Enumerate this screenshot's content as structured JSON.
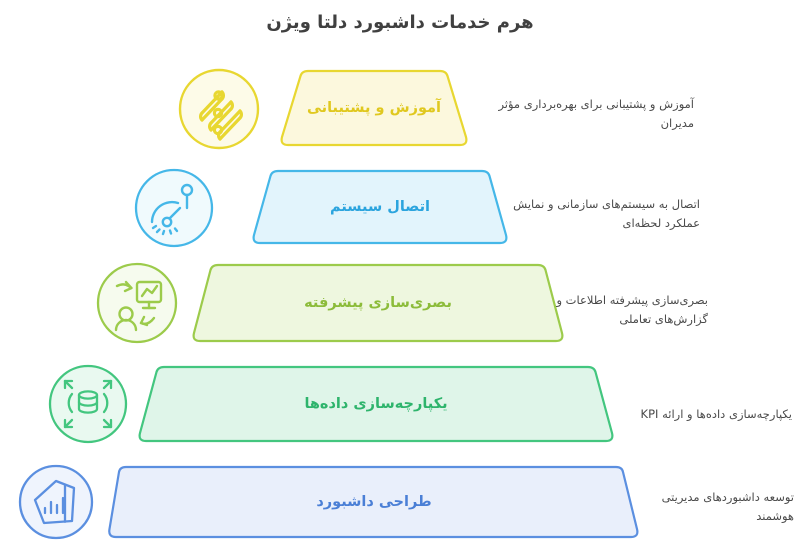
{
  "title": "هرم خدمات داشبورد دلتا ویژن",
  "colors": {
    "title_text": "#404040",
    "description_text": "#4a4a4a",
    "page_background": "#ffffff"
  },
  "pyramid": {
    "levels": [
      {
        "id": "level-training-support",
        "label": "آموزش و پشتیبانی",
        "description": "آموزش و پشتیبانی برای بهره‌برداری مؤثر مدیران",
        "icon": "slider-bars-icon",
        "stroke": "#e8d731",
        "fill": "#fcf8dd",
        "text": "#e0c81f",
        "icon_fill": "#fdfbe8"
      },
      {
        "id": "level-system-connection",
        "label": "اتصال سیستم",
        "description": "اتصال به سیستم‌های سازمانی و نمایش عملکرد لحظه‌ای",
        "icon": "gauge-icon",
        "stroke": "#45b7e8",
        "fill": "#e2f4fc",
        "text": "#2ba4de",
        "icon_fill": "#f0fafd"
      },
      {
        "id": "level-advanced-visualization",
        "label": "بصری‌سازی پیشرفته",
        "description": "بصری‌سازی پیشرفته اطلاعات و گزارش‌های تعاملی",
        "icon": "presentation-person-icon",
        "stroke": "#9ccb4b",
        "fill": "#eef7df",
        "text": "#8cbc3a",
        "icon_fill": "#f6fbee"
      },
      {
        "id": "level-data-integration",
        "label": "یکپارچه‌سازی داده‌ها",
        "description": "یکپارچه‌سازی داده‌ها و ارائه KPI",
        "icon": "database-expand-icon",
        "stroke": "#43c67f",
        "fill": "#dff5e9",
        "text": "#2eb46c",
        "icon_fill": "#e9f9f0"
      },
      {
        "id": "level-dashboard-design",
        "label": "طراحی داشبورد",
        "description": "توسعه داشبوردهای مدیریتی هوشمند",
        "icon": "chart-document-icon",
        "stroke": "#5b8fe0",
        "fill": "#e9effb",
        "text": "#4a7fd6",
        "icon_fill": "#eff4fd"
      }
    ]
  }
}
